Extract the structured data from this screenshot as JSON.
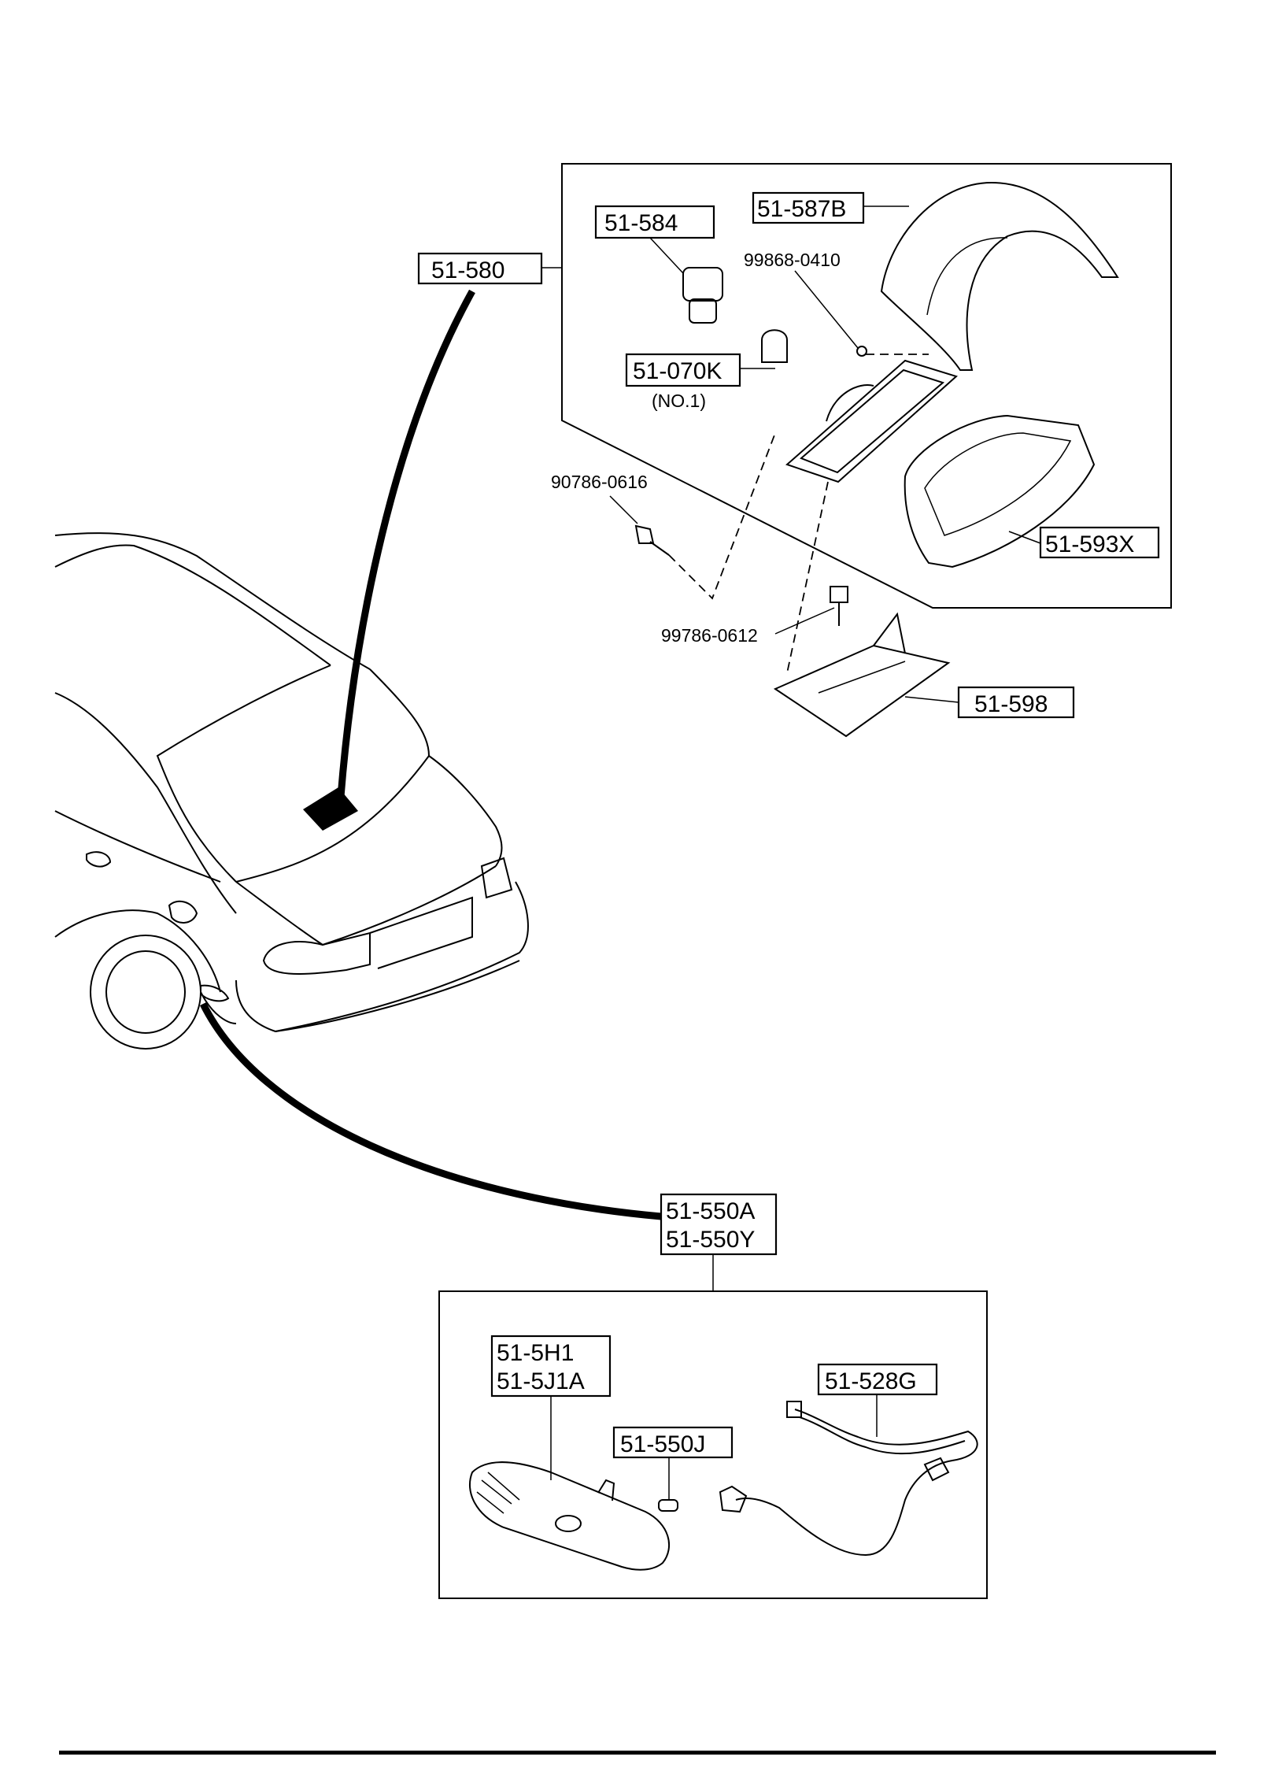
{
  "labels": {
    "p51_580": "51-580",
    "p51_584": "51-584",
    "p51_587B": "51-587B",
    "p99868_0410": "99868-0410",
    "p51_070K": "51-070K",
    "no1": "(NO.1)",
    "p90786_0616": "90786-0616",
    "p51_593X": "51-593X",
    "p99786_0612": "99786-0612",
    "p51_598": "51-598",
    "p51_550A": "51-550A",
    "p51_550Y": "51-550Y",
    "p51_5H1": "51-5H1",
    "p51_5J1A": "51-5J1A",
    "p51_528G": "51-528G",
    "p51_550J": "51-550J"
  }
}
